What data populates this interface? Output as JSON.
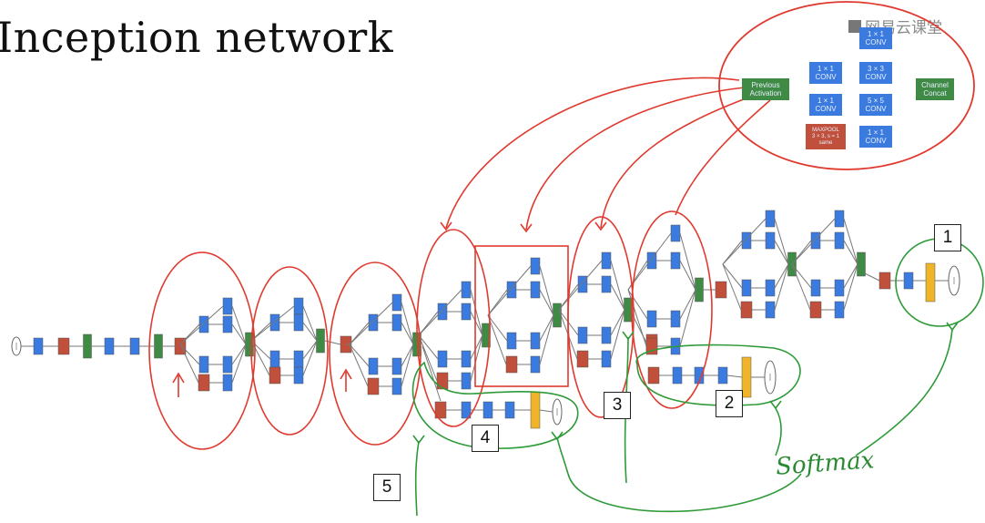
{
  "title": "Inception network",
  "watermark": "网易云课堂",
  "annotation": "Softmax",
  "markers": [
    "1",
    "2",
    "3",
    "4",
    "5"
  ],
  "module_detail": {
    "prev": "Previous\nActivation",
    "conv1x1_a": "1 × 1\nCONV",
    "conv1x1_b": "1 × 1\nCONV",
    "conv1x1_c": "1 × 1\nCONV",
    "conv1x1_d": "1 × 1\nCONV",
    "conv3x3": "3 × 3\nCONV",
    "conv5x5": "5 × 5\nCONV",
    "maxpool": "MAXPOOL\n3 × 3, s = 1\nsame",
    "concat": "Channel\nConcat"
  },
  "colors": {
    "conv": "#3b7be0",
    "pool": "#c0503c",
    "concat": "#3f8a44",
    "softmax": "#f0b429",
    "red_annotation": "#e03a2f",
    "green_annotation": "#2e9a38"
  }
}
